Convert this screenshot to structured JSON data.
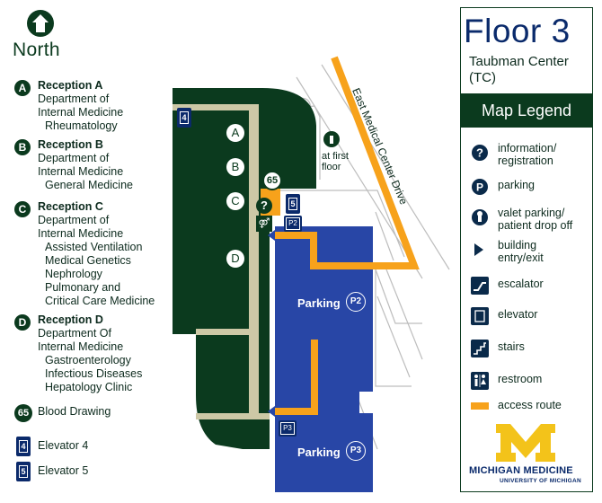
{
  "north": {
    "label": "North"
  },
  "receptions": [
    {
      "badge": "A",
      "title": "Reception A",
      "lines": [
        "Department of",
        "Internal Medicine"
      ],
      "subs": [
        "Rheumatology"
      ]
    },
    {
      "badge": "B",
      "title": "Reception B",
      "lines": [
        "Department of",
        "Internal Medicine"
      ],
      "subs": [
        "General Medicine"
      ]
    },
    {
      "badge": "C",
      "title": "Reception C",
      "lines": [
        "Department of",
        "Internal Medicine"
      ],
      "subs": [
        "Assisted Ventilation",
        "Medical Genetics",
        "Nephrology",
        "Pulmonary and",
        "Critical Care Medicine"
      ]
    },
    {
      "badge": "D",
      "title": "Reception D",
      "lines": [
        "Department Of",
        "Internal Medicine"
      ],
      "subs": [
        "Gastroenterology",
        "Infectious Diseases",
        "Hepatology Clinic"
      ]
    }
  ],
  "blood": {
    "badge": "65",
    "label": "Blood Drawing"
  },
  "elevators": [
    {
      "num": "4",
      "label": "Elevator 4"
    },
    {
      "num": "5",
      "label": "Elevator 5"
    }
  ],
  "floor": {
    "title": "Floor 3",
    "building_line1": "Taubman Center",
    "building_line2": "(TC)"
  },
  "legend": {
    "title": "Map Legend",
    "items": [
      {
        "icon": "information-icon",
        "lines": [
          "information/",
          "registration"
        ]
      },
      {
        "icon": "parking-icon",
        "lines": [
          "parking"
        ]
      },
      {
        "icon": "valet-parking-icon",
        "lines": [
          "valet parking/",
          "patient drop off"
        ]
      },
      {
        "icon": "building-entry-icon",
        "lines": [
          "building",
          "entry/exit"
        ]
      },
      {
        "icon": "escalator-icon",
        "lines": [
          "escalator"
        ]
      },
      {
        "icon": "elevator-icon",
        "lines": [
          "elevator"
        ]
      },
      {
        "icon": "stairs-icon",
        "lines": [
          "stairs"
        ]
      },
      {
        "icon": "restroom-icon",
        "lines": [
          "restroom"
        ]
      },
      {
        "icon": "access-route-icon",
        "lines": [
          "access route"
        ]
      }
    ]
  },
  "map": {
    "street": "East Medical Center Drive",
    "valet_note": [
      "at first",
      "floor"
    ],
    "parking_p2": {
      "label": "Parking",
      "badge": "P2"
    },
    "parking_p3": {
      "label": "Parking",
      "badge": "P3"
    },
    "markers": [
      "A",
      "B",
      "C",
      "D"
    ],
    "blood_marker": "65",
    "elevator_markers": [
      "4",
      "5"
    ],
    "parking_small": [
      "P2",
      "P3"
    ]
  },
  "brand": {
    "line1": "MICHIGAN MEDICINE",
    "line2": "UNIVERSITY OF MICHIGAN"
  },
  "colors": {
    "dark_green": "#0b3a1e",
    "navy": "#0a2a6b",
    "parking_blue": "#2846a6",
    "route_orange": "#f7a21b",
    "corridor_tan": "#cdc8a6",
    "maize": "#f3c31a"
  }
}
